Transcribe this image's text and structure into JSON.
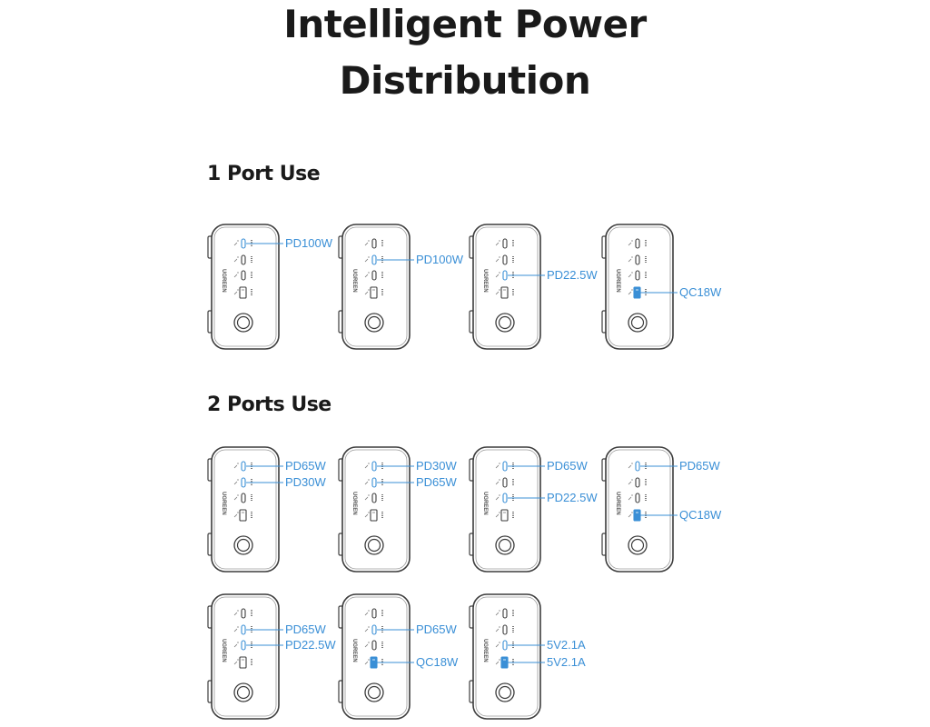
{
  "title": {
    "line1": "Intelligent Power",
    "line2": "Distribution"
  },
  "colors": {
    "accent": "#3a8fd6",
    "outline": "#3c3c3c",
    "text": "#1a1a1a"
  },
  "brand": "UGREEN",
  "sections": [
    {
      "heading": "1 Port Use",
      "devices": [
        {
          "active_ports": [
            {
              "port": 0,
              "label": "PD100W"
            }
          ]
        },
        {
          "active_ports": [
            {
              "port": 1,
              "label": "PD100W"
            }
          ]
        },
        {
          "active_ports": [
            {
              "port": 2,
              "label": "PD22.5W"
            }
          ]
        },
        {
          "active_ports": [
            {
              "port": 3,
              "label": "QC18W"
            }
          ]
        }
      ]
    },
    {
      "heading": "2 Ports Use",
      "devices": [
        {
          "active_ports": [
            {
              "port": 0,
              "label": "PD65W"
            },
            {
              "port": 1,
              "label": "PD30W"
            }
          ]
        },
        {
          "active_ports": [
            {
              "port": 0,
              "label": "PD30W"
            },
            {
              "port": 1,
              "label": "PD65W"
            }
          ]
        },
        {
          "active_ports": [
            {
              "port": 0,
              "label": "PD65W"
            },
            {
              "port": 2,
              "label": "PD22.5W"
            }
          ]
        },
        {
          "active_ports": [
            {
              "port": 0,
              "label": "PD65W"
            },
            {
              "port": 3,
              "label": "QC18W"
            }
          ]
        },
        {
          "active_ports": [
            {
              "port": 1,
              "label": "PD65W"
            },
            {
              "port": 2,
              "label": "PD22.5W"
            }
          ]
        },
        {
          "active_ports": [
            {
              "port": 1,
              "label": "PD65W"
            },
            {
              "port": 3,
              "label": "QC18W"
            }
          ]
        },
        {
          "active_ports": [
            {
              "port": 2,
              "label": "5V2.1A"
            },
            {
              "port": 3,
              "label": "5V2.1A"
            }
          ]
        }
      ]
    }
  ]
}
